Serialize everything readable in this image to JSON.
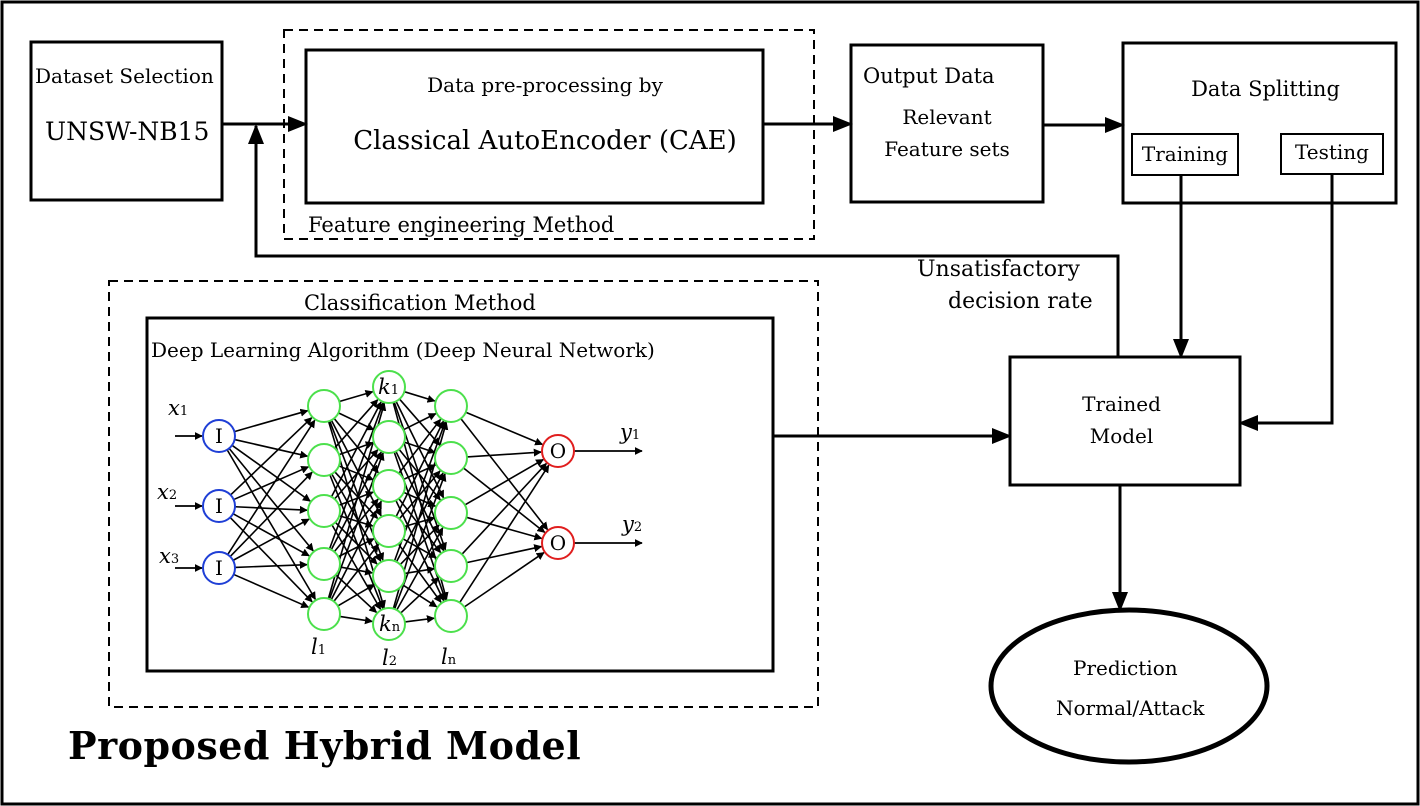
{
  "dataset": {
    "title": "Dataset Selection",
    "name": "UNSW-NB15"
  },
  "preprocessing": {
    "line1": "Data pre-processing by",
    "line2": "Classical AutoEncoder (CAE)",
    "group_label": "Feature engineering Method"
  },
  "output_data": {
    "line1": "Output  Data",
    "line2": "Relevant",
    "line3": "Feature sets"
  },
  "splitting": {
    "title": "Data Splitting",
    "training": "Training",
    "testing": "Testing"
  },
  "feedback": {
    "line1": "Unsatisfactory",
    "line2": "decision rate"
  },
  "classification": {
    "group_label": "Classification Method",
    "box_title": "Deep Learning Algorithm (Deep Neural Network)",
    "input_node": "I",
    "output_node": "O",
    "inputs": [
      {
        "sym": "x",
        "sub": "1"
      },
      {
        "sym": "x",
        "sub": "2"
      },
      {
        "sym": "x",
        "sub": "3"
      }
    ],
    "outputs": [
      {
        "sym": "y",
        "sub": "1"
      },
      {
        "sym": "y",
        "sub": "2"
      }
    ],
    "layers": [
      {
        "sym": "l",
        "sub": "1"
      },
      {
        "sym": "l",
        "sub": "2"
      },
      {
        "sym": "l",
        "sub": "n"
      }
    ],
    "k_top": {
      "sym": "k",
      "sub": "1"
    },
    "k_bottom": {
      "sym": "k",
      "sub": "n"
    }
  },
  "trained_model": {
    "line1": "Trained",
    "line2": "Model"
  },
  "prediction": {
    "line1": "Prediction",
    "line2": "Normal/Attack"
  },
  "footer_title": "Proposed Hybrid Model",
  "colors": {
    "input_node": "#1f3fd6",
    "hidden_node": "#4ce04c",
    "output_node": "#e01e1e",
    "stroke": "#000000"
  }
}
